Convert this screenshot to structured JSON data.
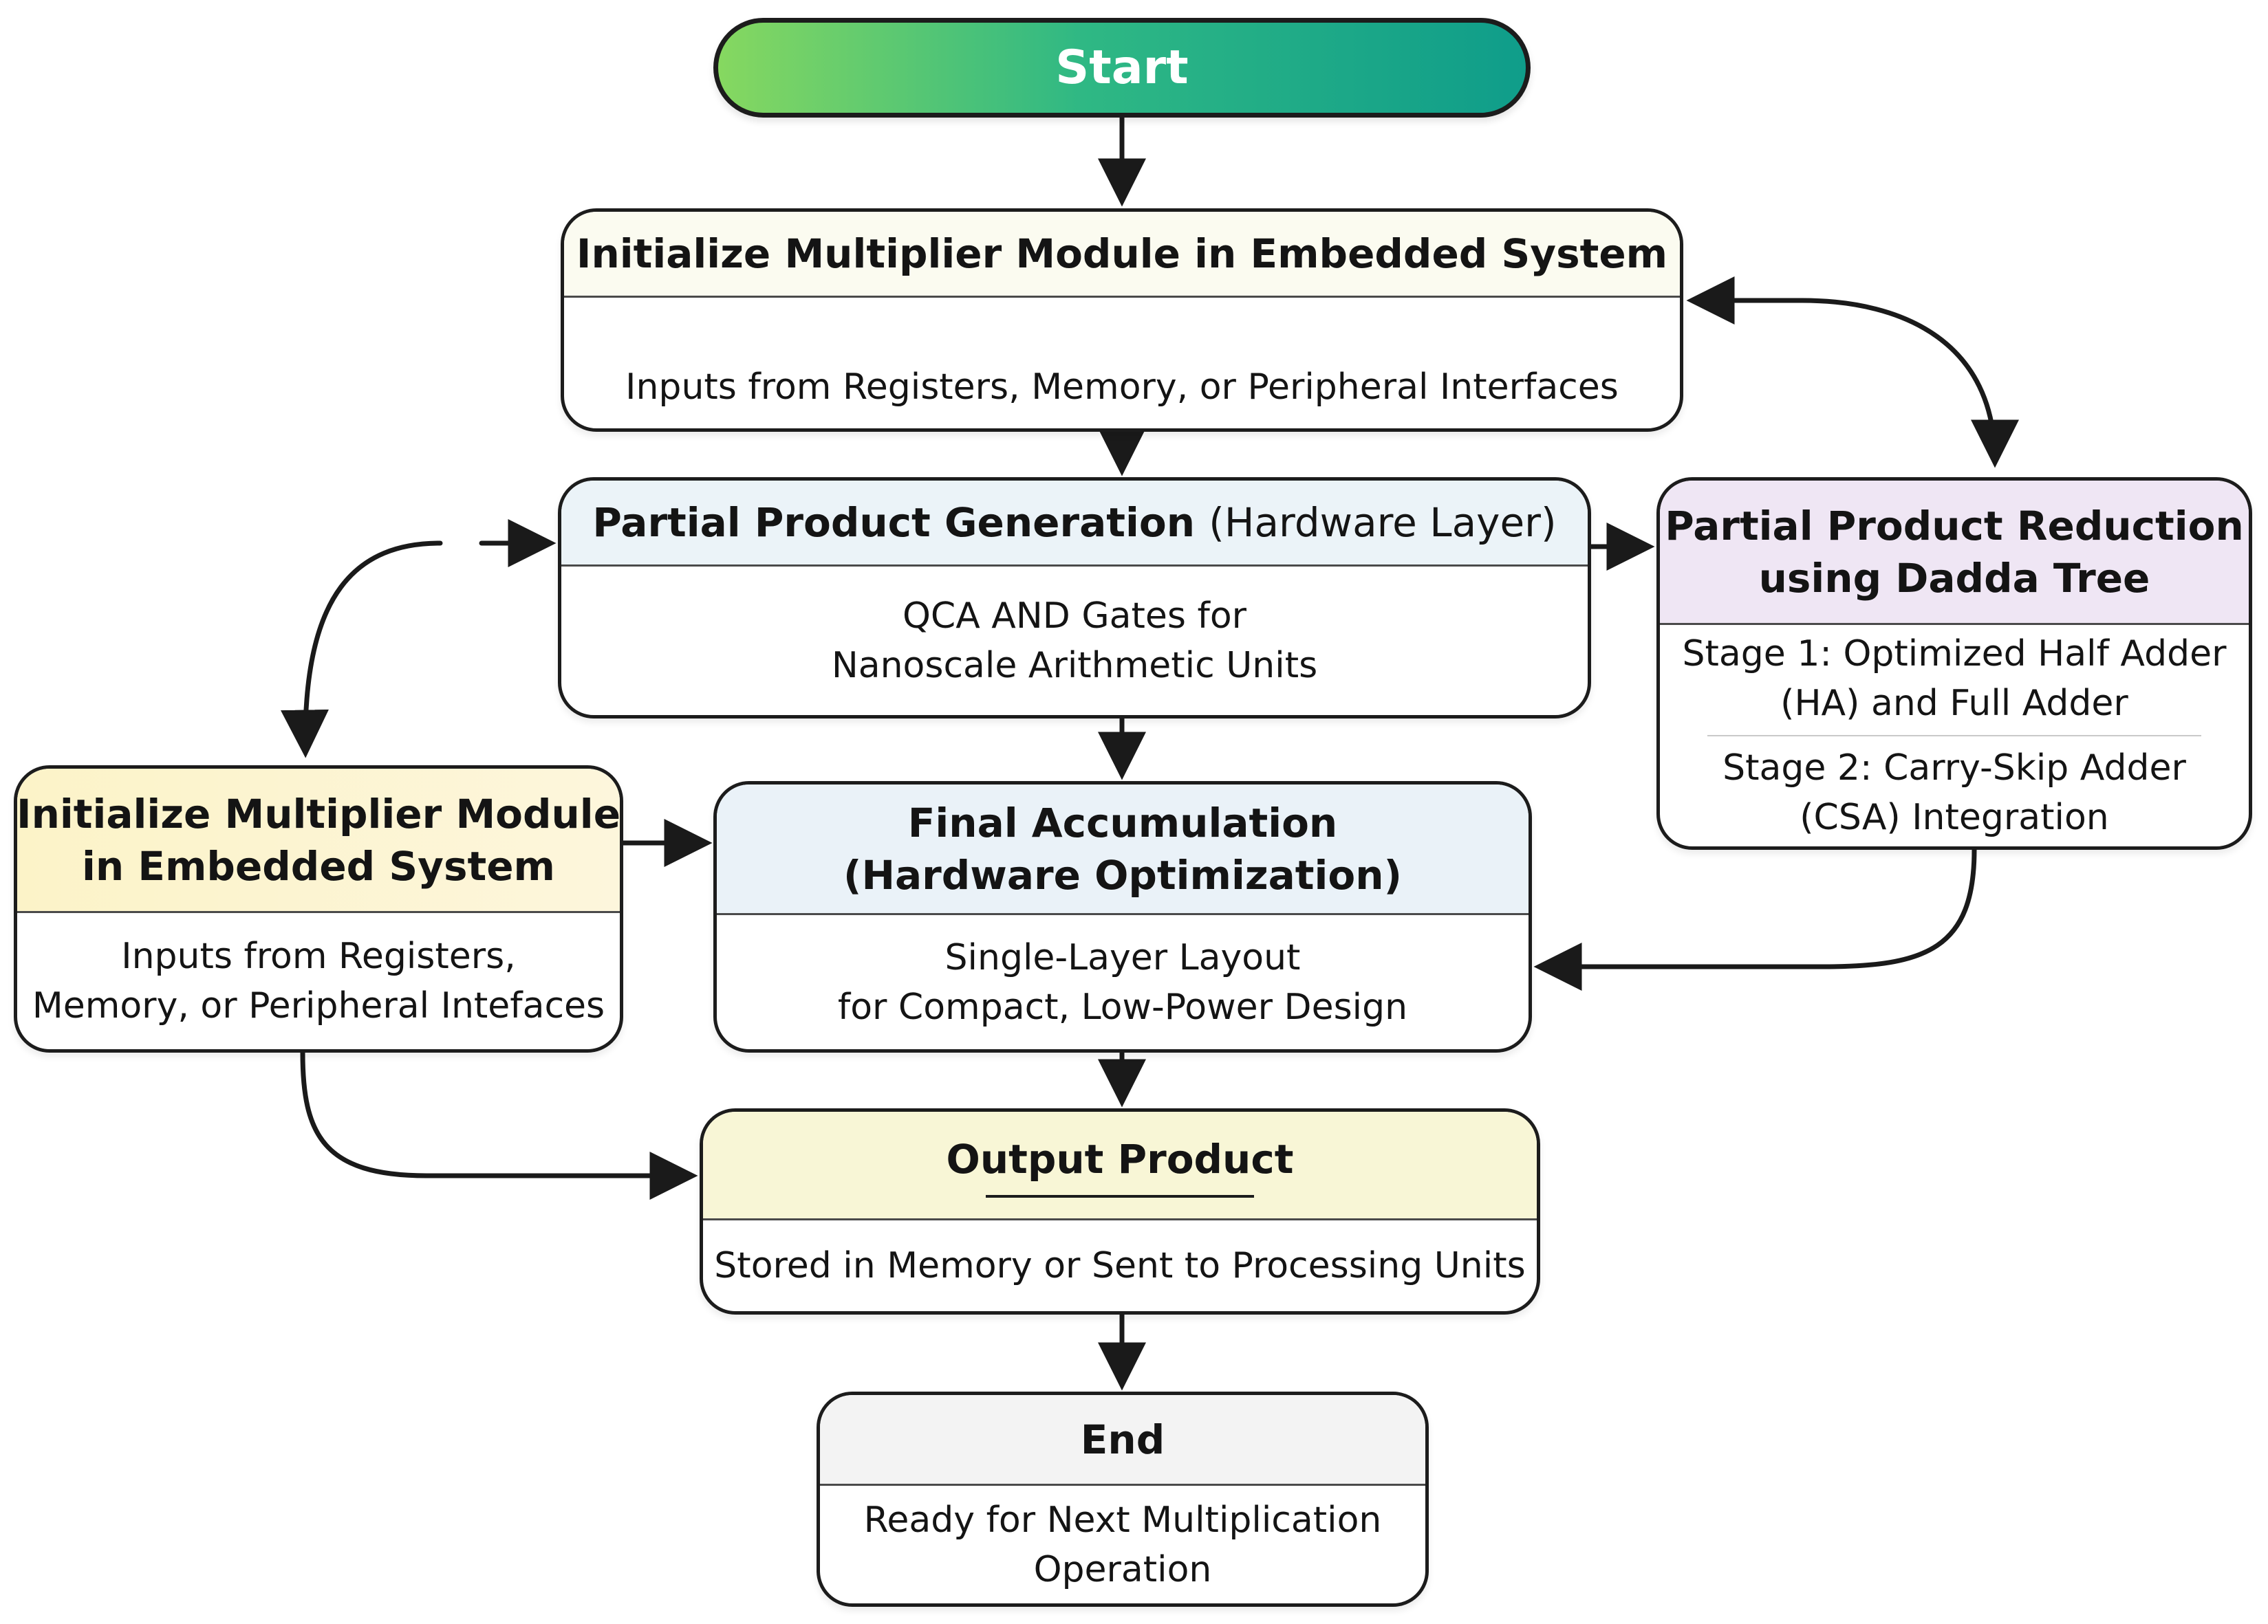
{
  "start": {
    "label": "Start"
  },
  "init_top": {
    "title": "Initialize Multiplier Module in Embedded System",
    "subtitle": "Inputs from Registers, Memory, or Peripheral Interfaces"
  },
  "ppg": {
    "title": "Partial Product Generation",
    "title_suffix": "(Hardware Layer)",
    "line1": "QCA AND Gates for",
    "line2": "Nanoscale Arithmetic Units"
  },
  "ppr": {
    "title_line1": "Partial Product Reduction",
    "title_line2": "using Dadda Tree",
    "stage1_line1": "Stage 1: Optimized Half Adder",
    "stage1_line2": "(HA) and Full Adder",
    "stage2_line1": "Stage 2: Carry-Skip Adder",
    "stage2_line2": "(CSA) Integration"
  },
  "init_left": {
    "title_line1": "Initialize Multiplier Module",
    "title_line2": "in Embedded System",
    "line1": "Inputs from Registers,",
    "line2": "Memory, or Peripheral Intefaces"
  },
  "final": {
    "title_line1": "Final Accumulation",
    "title_line2": "(Hardware Optimization)",
    "line1": "Single-Layer Layout",
    "line2": "for Compact, Low-Power Design"
  },
  "output": {
    "title": "Output Product",
    "subtitle": "Stored in Memory or Sent to Processing Units"
  },
  "end": {
    "title": "End",
    "line1": "Ready for Next Multiplication",
    "line2": "Operation"
  }
}
